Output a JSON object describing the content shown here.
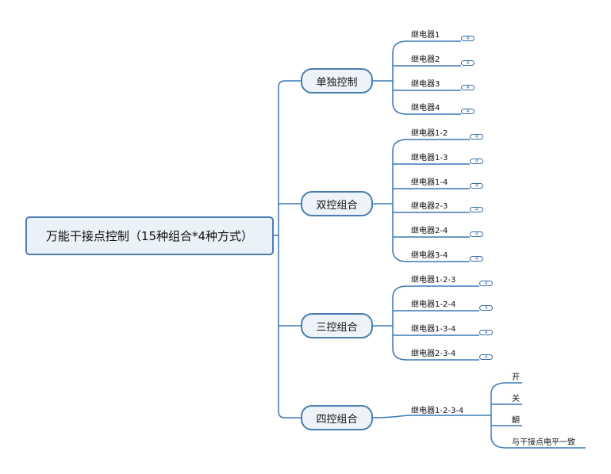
{
  "root": {
    "label": "万能干接点控制（15种组合*4种方式）"
  },
  "branches": [
    {
      "label": "单独控制",
      "leaves": [
        {
          "label": "继电器1",
          "badge": "4"
        },
        {
          "label": "继电器2",
          "badge": "4"
        },
        {
          "label": "继电器3",
          "badge": "4"
        },
        {
          "label": "继电器4",
          "badge": "4"
        }
      ]
    },
    {
      "label": "双控组合",
      "leaves": [
        {
          "label": "继电器1-2",
          "badge": "4"
        },
        {
          "label": "继电器1-3",
          "badge": "4"
        },
        {
          "label": "继电器1-4",
          "badge": "4"
        },
        {
          "label": "继电器2-3",
          "badge": "4"
        },
        {
          "label": "继电器2-4",
          "badge": "4"
        },
        {
          "label": "继电器3-4",
          "badge": "4"
        }
      ]
    },
    {
      "label": "三控组合",
      "leaves": [
        {
          "label": "继电器1-2-3",
          "badge": "4"
        },
        {
          "label": "继电器1-2-4",
          "badge": "4"
        },
        {
          "label": "继电器1-3-4",
          "badge": "4"
        },
        {
          "label": "继电器2-3-4",
          "badge": "4"
        }
      ]
    },
    {
      "label": "四控组合",
      "leaves": [
        {
          "label": "继电器1-2-3-4",
          "modes": [
            {
              "label": "开"
            },
            {
              "label": "关"
            },
            {
              "label": "翻"
            },
            {
              "label": "与干接点电平一致"
            }
          ]
        }
      ]
    }
  ]
}
